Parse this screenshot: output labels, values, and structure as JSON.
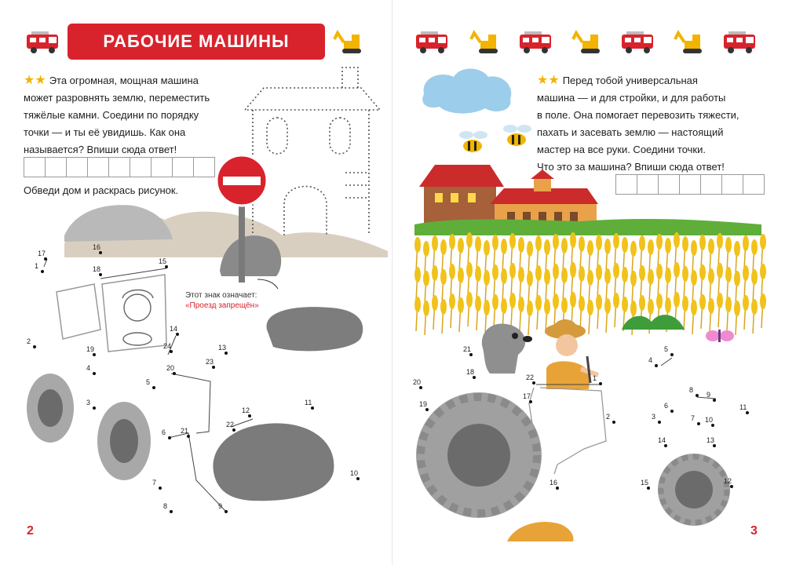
{
  "left_page": {
    "title": "РАБОЧИЕ МАШИНЫ",
    "task_text": "Эта огромная, мощная машина\nможет разровнять землю, переместить\nтяжёлые камни. Соедини по порядку\nточки — и ты её увидишь. Как она\nназывается? Впиши сюда ответ!",
    "answer_boxes": 9,
    "trace_instruction": "Обведи дом и раскрась рисунок.",
    "sign_caption_line1": "Этот знак означает:",
    "sign_caption_line2": "«Проезд запрещён»",
    "page_number": "2",
    "dots": [
      {
        "label": "17"
      },
      {
        "label": "1"
      },
      {
        "label": "16"
      },
      {
        "label": "18"
      },
      {
        "label": "15"
      },
      {
        "label": "2"
      },
      {
        "label": "19"
      },
      {
        "label": "14"
      },
      {
        "label": "24"
      },
      {
        "label": "13"
      },
      {
        "label": "23"
      },
      {
        "label": "20"
      },
      {
        "label": "4"
      },
      {
        "label": "5"
      },
      {
        "label": "3"
      },
      {
        "label": "12"
      },
      {
        "label": "22"
      },
      {
        "label": "11"
      },
      {
        "label": "6"
      },
      {
        "label": "21"
      },
      {
        "label": "10"
      },
      {
        "label": "7"
      },
      {
        "label": "8"
      },
      {
        "label": "9"
      }
    ]
  },
  "right_page": {
    "task_text": "Перед тобой универсальная\nмашина — и для стройки, и для работы\nв поле. Она помогает перевозить тяжести,\nпахать и засевать землю — настоящий\nмастер на все руки. Соедини точки.\nЧто это за машина? Впиши сюда ответ!",
    "answer_boxes": 7,
    "page_number": "3",
    "dots": [
      {
        "label": "21"
      },
      {
        "label": "18"
      },
      {
        "label": "22"
      },
      {
        "label": "1"
      },
      {
        "label": "20"
      },
      {
        "label": "19"
      },
      {
        "label": "17"
      },
      {
        "label": "2"
      },
      {
        "label": "5"
      },
      {
        "label": "4"
      },
      {
        "label": "8"
      },
      {
        "label": "9"
      },
      {
        "label": "6"
      },
      {
        "label": "3"
      },
      {
        "label": "7"
      },
      {
        "label": "10"
      },
      {
        "label": "11"
      },
      {
        "label": "14"
      },
      {
        "label": "13"
      },
      {
        "label": "15"
      },
      {
        "label": "16"
      },
      {
        "label": "12"
      }
    ]
  },
  "icons": {
    "header_left": [
      "fire-truck-icon",
      "excavator-icon"
    ],
    "header_right": [
      "fire-truck-icon",
      "excavator-icon",
      "fire-truck-icon",
      "excavator-icon",
      "fire-truck-icon",
      "excavator-icon",
      "fire-truck-icon"
    ]
  },
  "colors": {
    "accent_red": "#d8232c",
    "star_yellow": "#f2b400",
    "wheat": "#f1c21b",
    "sky": "#9ccdea",
    "stone": "#8a8a8a"
  }
}
